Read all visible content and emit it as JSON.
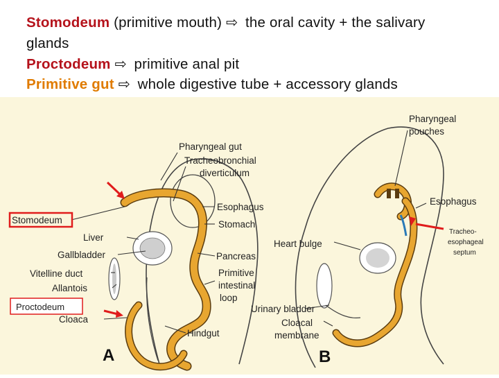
{
  "colors": {
    "stomodeum_term": "#b5121b",
    "proctodeum_term": "#b5121b",
    "primitive_gut_term": "#e07b00",
    "gut_tube": "#e8a630",
    "gut_outline": "#5a3c10",
    "background": "#fbf6dc",
    "highlight_box": "#e01c1c",
    "pointer_arrow": "#e01c1c"
  },
  "header": {
    "line1": {
      "term": "Stomodeum",
      "rest": " (primitive mouth) ",
      "after_arrow": " the oral cavity + the salivary"
    },
    "line2": {
      "text": "glands"
    },
    "line3": {
      "term": "Proctodeum",
      "after_arrow": " primitive anal pit"
    },
    "line4": {
      "term": "Primitive gut",
      "after_arrow": " whole digestive tube + accessory glands"
    },
    "arrow_glyph": "⇨"
  },
  "figure_a": {
    "letter": "A",
    "labels": {
      "pharyngeal_gut": "Pharyngeal gut",
      "tracheobronchial_1": "Tracheobronchial",
      "tracheobronchial_2": "diverticulum",
      "esophagus": "Esophagus",
      "stomach": "Stomach",
      "stomodeum": "Stomodeum",
      "liver": "Liver",
      "gallbladder": "Gallbladder",
      "pancreas": "Pancreas",
      "vitelline_duct": "Vitelline duct",
      "allantois": "Allantois",
      "primitive": "Primitive",
      "intestinal": "intestinal",
      "loop": "loop",
      "proctodeum": "Proctodeum",
      "cloaca": "Cloaca",
      "hindgut": "Hindgut"
    }
  },
  "figure_b": {
    "letter": "B",
    "labels": {
      "pharyngeal_1": "Pharyngeal",
      "pharyngeal_2": "pouches",
      "esophagus": "Esophagus",
      "heart_bulge": "Heart bulge",
      "tracheo_1": "Tracheo-",
      "tracheo_2": "esophageal",
      "tracheo_3": "septum",
      "urinary_bladder": "Urinary bladder",
      "cloacal_1": "Cloacal",
      "cloacal_2": "membrane"
    }
  }
}
